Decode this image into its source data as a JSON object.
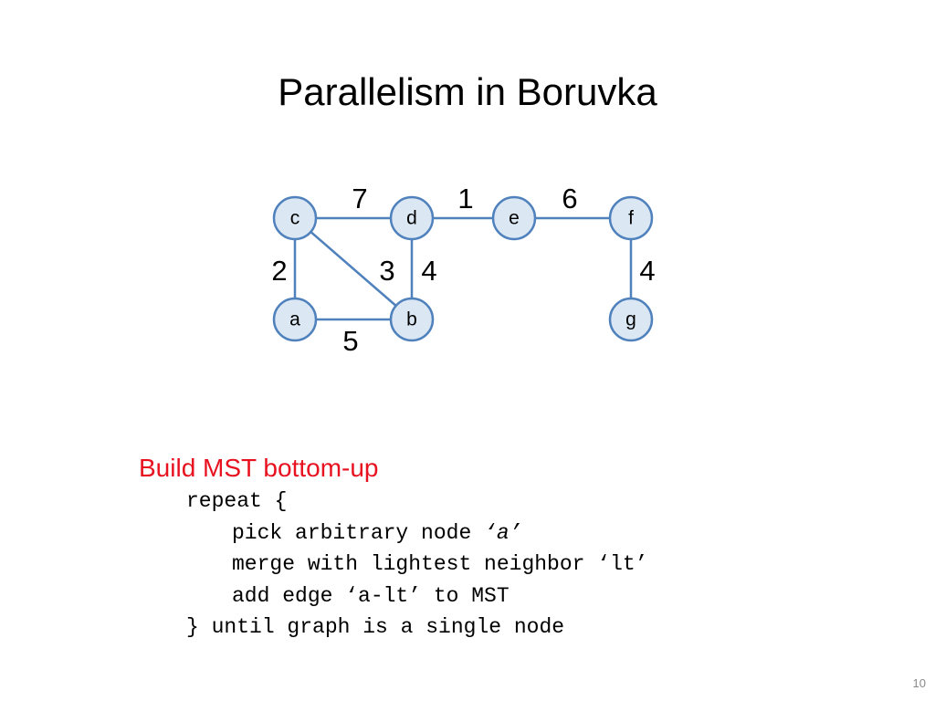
{
  "slide": {
    "title": "Parallelism in Boruvka",
    "page_number": "10"
  },
  "graph": {
    "nodes": [
      {
        "id": "c",
        "label": "c"
      },
      {
        "id": "d",
        "label": "d"
      },
      {
        "id": "e",
        "label": "e"
      },
      {
        "id": "f",
        "label": "f"
      },
      {
        "id": "a",
        "label": "a"
      },
      {
        "id": "b",
        "label": "b"
      },
      {
        "id": "g",
        "label": "g"
      }
    ],
    "edges": [
      {
        "from": "c",
        "to": "d",
        "weight": "7"
      },
      {
        "from": "d",
        "to": "e",
        "weight": "1"
      },
      {
        "from": "e",
        "to": "f",
        "weight": "6"
      },
      {
        "from": "c",
        "to": "a",
        "weight": "2"
      },
      {
        "from": "c",
        "to": "b",
        "weight": "3"
      },
      {
        "from": "d",
        "to": "b",
        "weight": "4"
      },
      {
        "from": "a",
        "to": "b",
        "weight": "5"
      },
      {
        "from": "f",
        "to": "g",
        "weight": "4"
      }
    ],
    "colors": {
      "node_fill": "#dbe8f3",
      "node_stroke": "#4f81bd",
      "edge": "#4f81bd"
    }
  },
  "code": {
    "heading": "Build MST bottom-up",
    "heading_color": "#e8111f",
    "line_repeat": "repeat {",
    "line_pick_prefix": "pick arbitrary node ",
    "line_pick_var": "‘a’",
    "line_merge": "merge with lightest neighbor ‘lt’",
    "line_add": "add edge ‘a-lt’ to MST",
    "line_until": "} until graph is a single node"
  }
}
